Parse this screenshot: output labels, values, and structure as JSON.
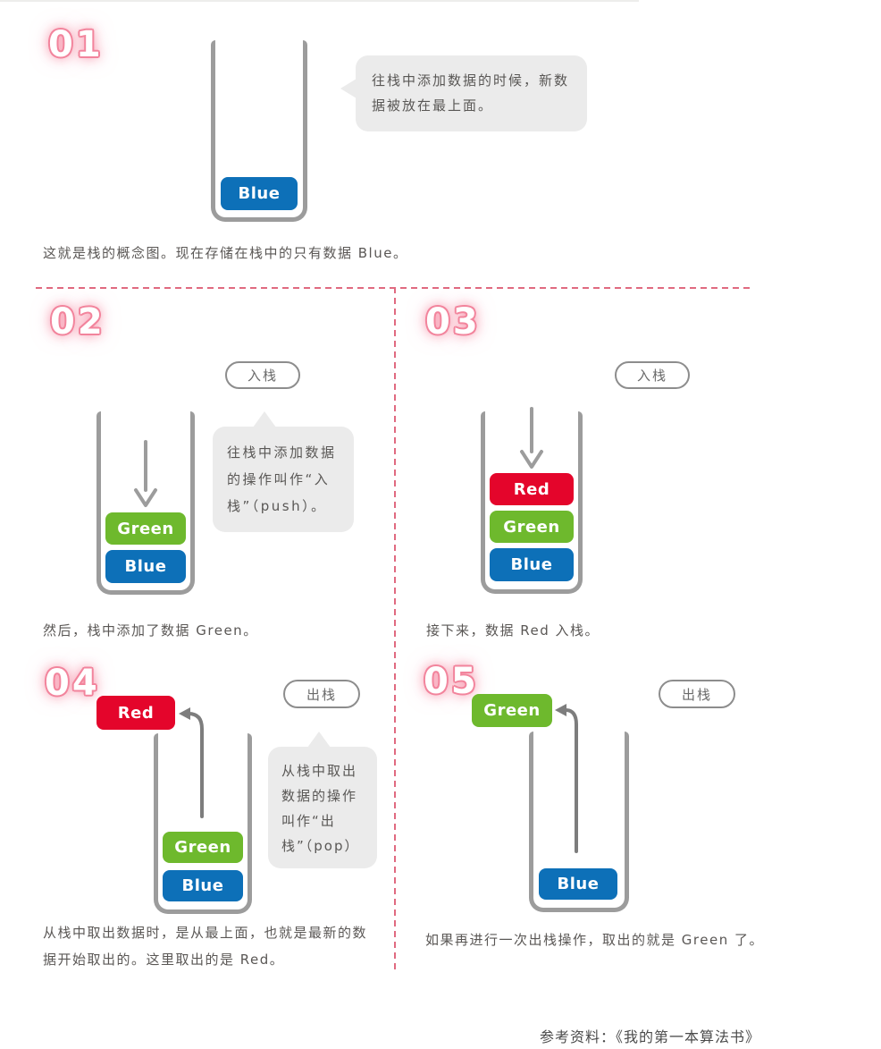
{
  "colors": {
    "blue_block": "#0d70b8",
    "green_block": "#6eb92d",
    "red_block": "#e4052b",
    "container_gray": "#9c9c9c",
    "bubble_bg": "#ebebeb",
    "caption_text": "#5a5755",
    "number_pink": "#f2849c",
    "divider_pink": "#e06a80"
  },
  "panels": [
    {
      "number": "01",
      "bubble": "往栈中添加数据的时候，新数据被放在最上面。",
      "stack": [
        "Blue"
      ],
      "caption": "这就是栈的概念图。现在存储在栈中的只有数据 Blue。"
    },
    {
      "number": "02",
      "action_label": "入栈",
      "bubble": "往栈中添加数据的操作叫作“入栈”（push）。",
      "stack": [
        "Green",
        "Blue"
      ],
      "caption": "然后，栈中添加了数据 Green。"
    },
    {
      "number": "03",
      "action_label": "入栈",
      "stack": [
        "Red",
        "Green",
        "Blue"
      ],
      "caption": "接下来，数据 Red 入栈。"
    },
    {
      "number": "04",
      "action_label": "出栈",
      "bubble": "从栈中取出数据的操作叫作“出栈”（pop）",
      "popped": "Red",
      "stack": [
        "Green",
        "Blue"
      ],
      "caption": "从栈中取出数据时，是从最上面，也就是最新的数据开始取出的。这里取出的是 Red。"
    },
    {
      "number": "05",
      "action_label": "出栈",
      "popped": "Green",
      "stack": [
        "Blue"
      ],
      "caption": "如果再进行一次出栈操作，取出的就是 Green 了。"
    }
  ],
  "footer": {
    "reference": "参考资料：《我的第一本算法书》"
  }
}
